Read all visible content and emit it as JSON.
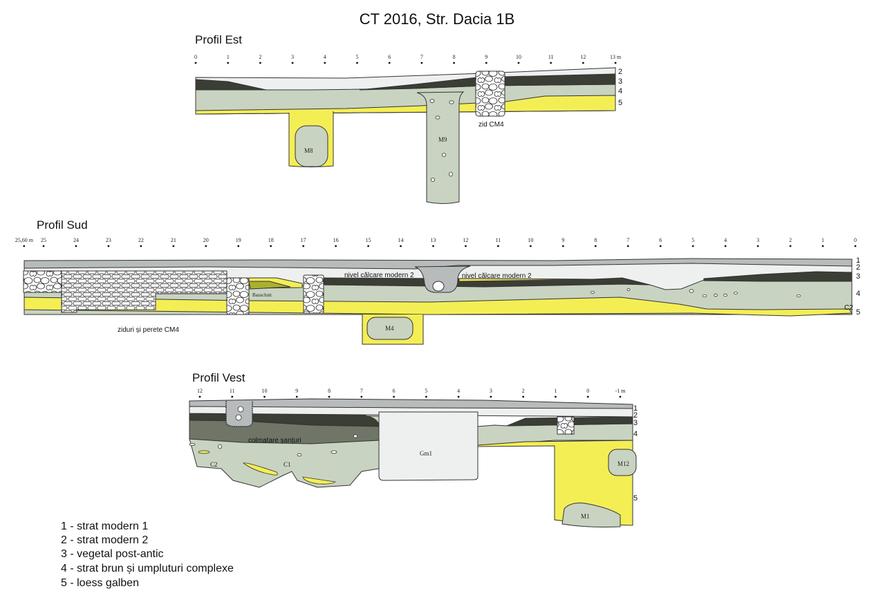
{
  "title": "CT 2016, Str. Dacia 1B",
  "colors": {
    "layer1": "#b7bbbb",
    "layer2": "#eef0ef",
    "layer3": "#3b3e34",
    "layer4": "#c9d3c1",
    "layer5": "#f4ee55",
    "colmatare": "#6f7667",
    "bauschutt": "#a9b030"
  },
  "profiles": {
    "est": {
      "title": "Profil Est",
      "ticks": [
        {
          "v": 0,
          "label": "0"
        },
        {
          "v": 1,
          "label": "1"
        },
        {
          "v": 2,
          "label": "2"
        },
        {
          "v": 3,
          "label": "3"
        },
        {
          "v": 4,
          "label": "4"
        },
        {
          "v": 5,
          "label": "5"
        },
        {
          "v": 6,
          "label": "6"
        },
        {
          "v": 7,
          "label": "7"
        },
        {
          "v": 8,
          "label": "8"
        },
        {
          "v": 9,
          "label": "9"
        },
        {
          "v": 10,
          "label": "10"
        },
        {
          "v": 11,
          "label": "11"
        },
        {
          "v": 12,
          "label": "12"
        },
        {
          "v": 13,
          "label": "13 m"
        }
      ],
      "layer_numbers": [
        "2",
        "3",
        "4",
        "5"
      ],
      "labels": {
        "m8": "M8",
        "m9": "M9",
        "zid": "zid CM4"
      }
    },
    "sud": {
      "title": "Profil Sud",
      "ticks": [
        {
          "v": 25.6,
          "label": "25,60 m"
        },
        {
          "v": 25,
          "label": "25"
        },
        {
          "v": 24,
          "label": "24"
        },
        {
          "v": 23,
          "label": "23"
        },
        {
          "v": 22,
          "label": "22"
        },
        {
          "v": 21,
          "label": "21"
        },
        {
          "v": 20,
          "label": "20"
        },
        {
          "v": 19,
          "label": "19"
        },
        {
          "v": 18,
          "label": "18"
        },
        {
          "v": 17,
          "label": "17"
        },
        {
          "v": 16,
          "label": "16"
        },
        {
          "v": 15,
          "label": "15"
        },
        {
          "v": 14,
          "label": "14"
        },
        {
          "v": 13,
          "label": "13"
        },
        {
          "v": 12,
          "label": "12"
        },
        {
          "v": 11,
          "label": "11"
        },
        {
          "v": 10,
          "label": "10"
        },
        {
          "v": 9,
          "label": "9"
        },
        {
          "v": 8,
          "label": "8"
        },
        {
          "v": 7,
          "label": "7"
        },
        {
          "v": 6,
          "label": "6"
        },
        {
          "v": 5,
          "label": "5"
        },
        {
          "v": 4,
          "label": "4"
        },
        {
          "v": 3,
          "label": "3"
        },
        {
          "v": 2,
          "label": "2"
        },
        {
          "v": 1,
          "label": "1"
        },
        {
          "v": 0,
          "label": "0"
        }
      ],
      "layer_numbers": [
        "1",
        "2",
        "3",
        "4",
        "5"
      ],
      "labels": {
        "nivel_a": "nivel călcare modern 2",
        "nivel_b": "nivel călcare modern 2",
        "bauschutt": "Bauschutt",
        "ziduri": "ziduri și perete CM4",
        "m4": "M4",
        "c2": "C2"
      }
    },
    "vest": {
      "title": "Profil Vest",
      "ticks": [
        {
          "v": 12,
          "label": "12"
        },
        {
          "v": 11,
          "label": "11"
        },
        {
          "v": 10,
          "label": "10"
        },
        {
          "v": 9,
          "label": "9"
        },
        {
          "v": 8,
          "label": "8"
        },
        {
          "v": 7,
          "label": "7"
        },
        {
          "v": 6,
          "label": "6"
        },
        {
          "v": 5,
          "label": "5"
        },
        {
          "v": 4,
          "label": "4"
        },
        {
          "v": 3,
          "label": "3"
        },
        {
          "v": 2,
          "label": "2"
        },
        {
          "v": 1,
          "label": "1"
        },
        {
          "v": 0,
          "label": "0"
        },
        {
          "v": -1,
          "label": "-1 m"
        }
      ],
      "layer_numbers": [
        "1",
        "2",
        "3",
        "4",
        "5"
      ],
      "labels": {
        "colmatare": "colmatare șanțuri",
        "c2": "C2",
        "c1": "C1",
        "gm1": "Gm1",
        "m12": "M12",
        "m1": "M1"
      }
    }
  },
  "legend": [
    "1 - strat modern 1",
    "2 - strat modern 2",
    "3 - vegetal post-antic",
    "4 - strat brun și umpluturi complexe",
    "5 - loess galben"
  ]
}
